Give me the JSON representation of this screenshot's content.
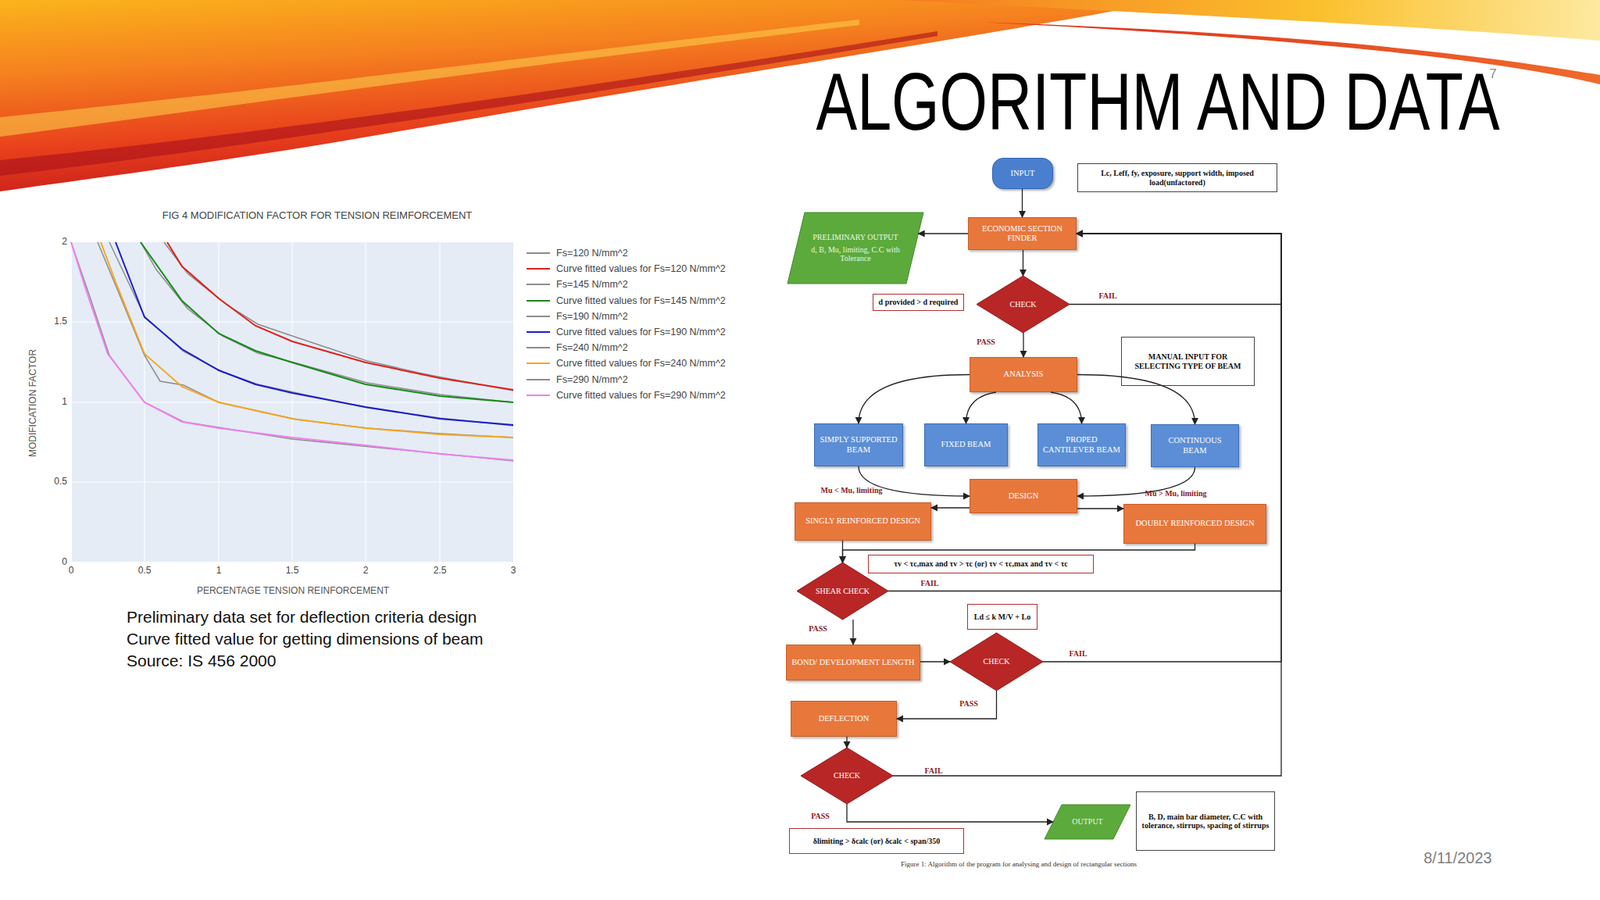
{
  "diagram": {
    "title": "ALGORITHM AND DATA",
    "caption": "Figure 1: Algorithm of the program for analysing and design of rectangular sections",
    "nodes": [
      {
        "text": [
          "INPUT"
        ]
      },
      {
        "text": [
          "Lc, Leff, fy, exposure, support width, imposed load(unfactored)"
        ]
      },
      {
        "text": [
          "PRELIMINARY OUTPUT",
          "d, B, Mu, limiting, C.C with Tolerance"
        ]
      },
      {
        "text": [
          "ECONOMIC SECTION FINDER"
        ]
      },
      {
        "text": [
          "CHECK"
        ]
      },
      {
        "text": [
          "d provided > d required"
        ]
      },
      {
        "text": [
          "ANALYSIS"
        ]
      },
      {
        "text": [
          "MANUAL INPUT FOR SELECTING TYPE OF BEAM"
        ]
      },
      {
        "text": [
          "SIMPLY SUPPORTED BEAM"
        ]
      },
      {
        "text": [
          "FIXED BEAM"
        ]
      },
      {
        "text": [
          "PROPED CANTILEVER BEAM"
        ]
      },
      {
        "text": [
          "CONTINUOUS BEAM"
        ]
      },
      {
        "text": [
          "DESIGN"
        ]
      },
      {
        "text": [
          "SINGLY REINFORCED DESIGN"
        ]
      },
      {
        "text": [
          "DOUBLY REINFORCED DESIGN"
        ]
      },
      {
        "text": [
          "τv < τc,max and τv > τc (or) τv < τc,max and τv < τc"
        ]
      },
      {
        "text": [
          "SHEAR CHECK"
        ]
      },
      {
        "text": [
          "Ld ≤ k M/V + Lo"
        ]
      },
      {
        "text": [
          "BOND/ DEVELOPMENT LENGTH"
        ]
      },
      {
        "text": [
          "CHECK"
        ]
      },
      {
        "text": [
          "DEFLECTION"
        ]
      },
      {
        "text": [
          "CHECK"
        ]
      },
      {
        "text": [
          "OUTPUT"
        ]
      },
      {
        "text": [
          "B, D, main bar diameter, C.C with tolerance, stirrups, spacing of stirrups"
        ]
      },
      {
        "text": [
          "δlimiting > δcalc (or) δcalc < span/350"
        ]
      }
    ],
    "edges": [
      {
        "from": 0,
        "to": 3,
        "arrow": "to"
      },
      {
        "from": 3,
        "to": 2,
        "arrow": "to"
      },
      {
        "from": 3,
        "to": 4,
        "arrow": "to"
      },
      {
        "from": 4,
        "to": 6,
        "label": "PASS",
        "arrow": "to"
      },
      {
        "from": 4,
        "to": 3,
        "label": "FAIL",
        "arrow": "to"
      },
      {
        "from": 6,
        "to": 8,
        "arrow": "to"
      },
      {
        "from": 6,
        "to": 9,
        "arrow": "to"
      },
      {
        "from": 6,
        "to": 10,
        "arrow": "to"
      },
      {
        "from": 6,
        "to": 11,
        "arrow": "to"
      },
      {
        "from": 8,
        "to": 12,
        "arrow": "to"
      },
      {
        "from": 11,
        "to": 12,
        "arrow": "to"
      },
      {
        "from": 12,
        "to": 13,
        "label": "Mu < Mu, limiting",
        "arrow": "to"
      },
      {
        "from": 12,
        "to": 14,
        "label": "Mu > Mu, limiting",
        "arrow": "to"
      },
      {
        "from": 13,
        "to": 16,
        "arrow": "to"
      },
      {
        "from": 14,
        "to": 16,
        "arrow": "to"
      },
      {
        "from": 16,
        "to": 18,
        "label": "PASS",
        "arrow": "to"
      },
      {
        "from": 16,
        "to": 3,
        "label": "FAIL",
        "arrow": "to"
      },
      {
        "from": 18,
        "to": 19,
        "arrow": "to"
      },
      {
        "from": 19,
        "to": 20,
        "label": "PASS",
        "arrow": "to"
      },
      {
        "from": 19,
        "to": 3,
        "label": "FAIL",
        "arrow": "to"
      },
      {
        "from": 20,
        "to": 21,
        "arrow": "to"
      },
      {
        "from": 21,
        "to": 22,
        "label": "PASS",
        "arrow": "to"
      },
      {
        "from": 21,
        "to": 3,
        "label": "FAIL",
        "arrow": "to"
      }
    ],
    "labels": [
      "7",
      "8/11/2023",
      "FIG 4 MODIFICATION FACTOR FOR TENSION REIMFORCEMENT",
      "MODIFICATION FACTOR",
      "PERCENTAGE TENSION REINFORCEMENT",
      "0",
      "0.5",
      "1",
      "1.5",
      "2",
      "0",
      "0.5",
      "1",
      "1.5",
      "2",
      "2.5",
      "3",
      "Preliminary data set for deflection criteria design",
      "Curve fitted value for getting dimensions of beam",
      "Source: IS 456 2000"
    ],
    "legend": [
      {
        "text": "Fs=120 N/mm^2",
        "color": "#8c8c8c"
      },
      {
        "text": "Curve fitted values for Fs=120 N/mm^2",
        "color": "#e0201c"
      },
      {
        "text": "Fs=145 N/mm^2",
        "color": "#8c8c8c"
      },
      {
        "text": "Curve fitted values for Fs=145 N/mm^2",
        "color": "#1a8a1a"
      },
      {
        "text": "Fs=190 N/mm^2",
        "color": "#8c8c8c"
      },
      {
        "text": "Curve fitted values for Fs=190 N/mm^2",
        "color": "#1c1ccc"
      },
      {
        "text": "Fs=240 N/mm^2",
        "color": "#8c8c8c"
      },
      {
        "text": "Curve fitted values for Fs=240 N/mm^2",
        "color": "#f5a623"
      },
      {
        "text": "Fs=290 N/mm^2",
        "color": "#8c8c8c"
      },
      {
        "text": "Curve fitted values for Fs=290 N/mm^2",
        "color": "#ee82ee"
      }
    ]
  }
}
